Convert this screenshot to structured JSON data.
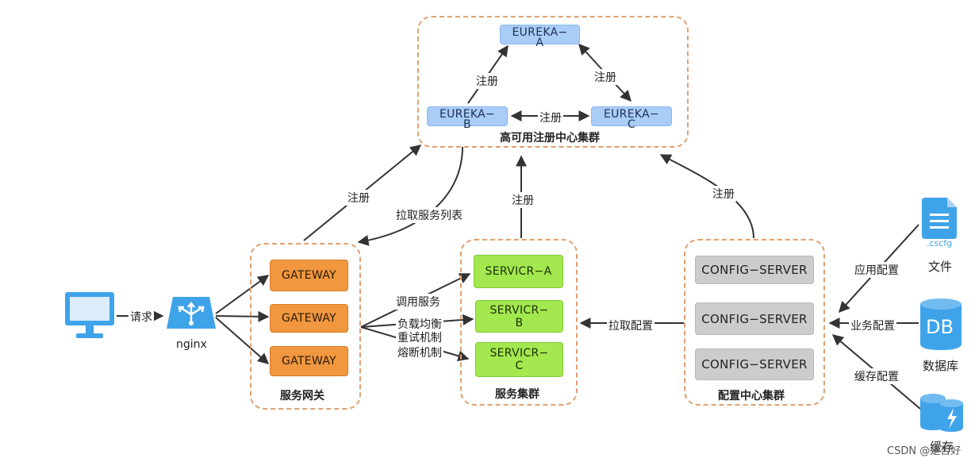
{
  "clusters": {
    "registry_title": "高可用注册中心集群",
    "gateway_title": "服务网关",
    "service_title": "服务集群",
    "config_title": "配置中心集群"
  },
  "eureka": {
    "a": "EUREKA−\nA",
    "b": "EUREKA−\nB",
    "c": "EUREKA−\nC"
  },
  "gateways": [
    "GATEWAY",
    "GATEWAY",
    "GATEWAY"
  ],
  "services": [
    "SERVICR−A",
    "SERVICR−\nB",
    "SERVICR−\nC"
  ],
  "config_servers": [
    "CONFIG−SERVER",
    "CONFIG−SERVER",
    "CONFIG−SERVER"
  ],
  "client": {
    "nginx_label": "nginx",
    "request_label": "请求"
  },
  "edge_labels": {
    "register": "注册",
    "pull_service_list": "拉取服务列表",
    "call_service": "调用服务",
    "load_balance": "负载均衡",
    "retry": "重试机制",
    "circuit_break": "熔断机制",
    "pull_config": "拉取配置",
    "app_config": "应用配置",
    "biz_config": "业务配置",
    "cache_config": "缓存配置"
  },
  "sources": {
    "file_ext": ".cscfg",
    "file_label": "文件",
    "db_text": "DB",
    "db_label": "数据库",
    "cache_label": "缓存"
  },
  "watermark": "CSDN @是否好",
  "colors": {
    "eureka": "#a9cdf7",
    "gateway": "#f0973f",
    "service": "#a2e84e",
    "config": "#cccccc",
    "cluster_border": "#e0a070",
    "icon_blue": "#3fa3ea"
  }
}
